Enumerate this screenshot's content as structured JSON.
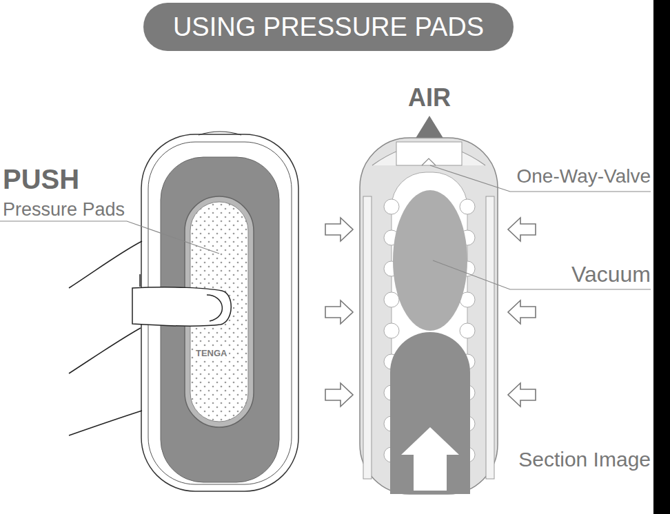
{
  "diagram": {
    "title": "USING PRESSURE PADS",
    "labels": [
      "AIR",
      "One-Way-Valve",
      "PUSH",
      "Pressure Pads",
      "Vacuum",
      "TENGA",
      "Section Image"
    ]
  }
}
